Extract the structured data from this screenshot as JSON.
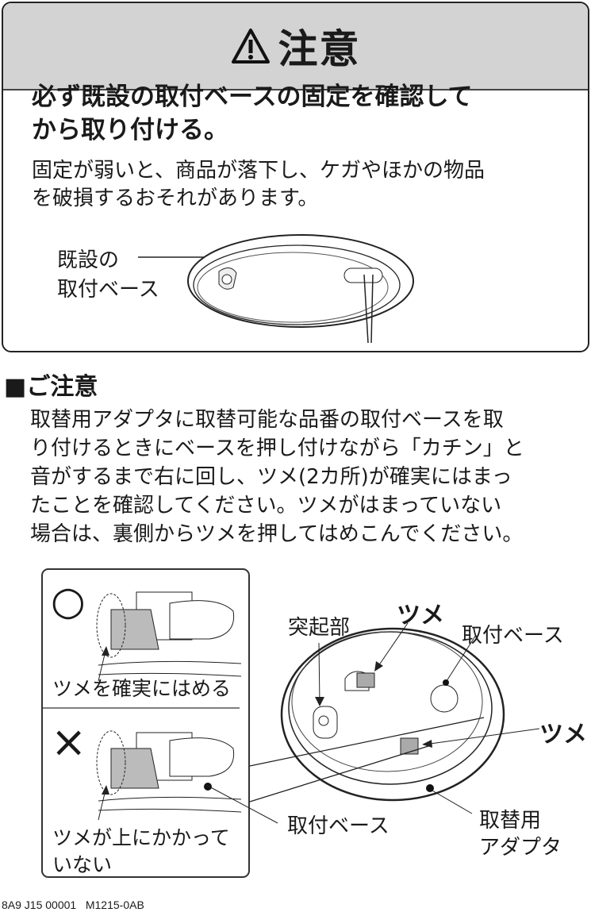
{
  "warning": {
    "icon": "warning-triangle-icon",
    "title": "注意",
    "heading_lines": [
      "必ず既設の取付ベースの固定を確認して",
      "から取り付ける。"
    ],
    "body_lines": [
      "固定が弱いと、商品が落下し、ケガやほかの物品",
      "を破損するおそれがあります。"
    ],
    "figure_label_lines": [
      "既設の",
      "取付ベース"
    ]
  },
  "notice": {
    "title": "■ご注意",
    "lines": [
      "取替用アダプタに取替可能な品番の取付ベースを取",
      "り付けるときにベースを押し付けながら「カチン」と",
      "音がするまで右に回し、ツメ(2カ所)が確実にはまっ",
      "たことを確認してください。ツメがはまっていない",
      "場合は、裏側からツメを押してはめこんでください。"
    ]
  },
  "figure": {
    "good_symbol": "○",
    "good_caption": "ツメを確実にはめる",
    "bad_symbol": "×",
    "bad_caption_lines": [
      "ツメが上にかかって",
      "いない"
    ],
    "label_protrusion": "突起部",
    "label_claw_top": "ツメ",
    "label_base_top": "取付ベース",
    "label_claw_right": "ツメ",
    "label_base_bottom": "取付ベース",
    "label_adapter_lines": [
      "取替用",
      "アダプタ"
    ]
  },
  "footer": {
    "code": "8A9 J15 00001   M1215-0AB"
  }
}
